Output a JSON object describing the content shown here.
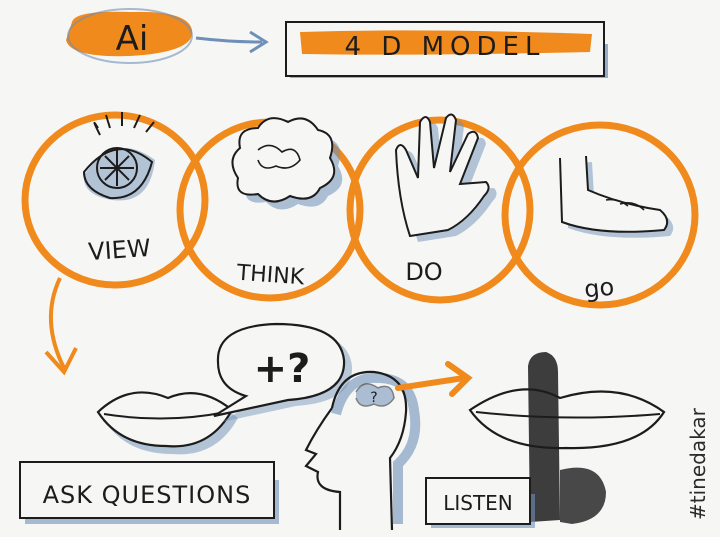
{
  "header": {
    "ai_label": "Ai",
    "model_title": "4 D MODEL"
  },
  "stages": [
    {
      "label": "VIEW"
    },
    {
      "label": "THINK"
    },
    {
      "label": "DO"
    },
    {
      "label": "go"
    }
  ],
  "bubble": {
    "text": "+?"
  },
  "actions": {
    "ask_label": "ASK QUESTIONS",
    "listen_label": "LISTEN"
  },
  "signature": "#tinedakar",
  "colors": {
    "orange": "#f08a1c",
    "ink": "#1c1c1c",
    "blue_shadow": "#6f8fb8",
    "paper": "#f6f7f5"
  }
}
